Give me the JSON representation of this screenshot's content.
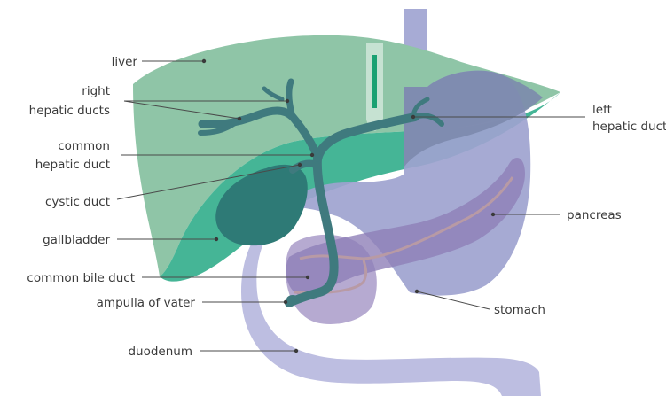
{
  "diagram": {
    "colors": {
      "liver": "#8fc5a7",
      "liver_lower": "#45b596",
      "duct": "#3f7a7e",
      "gallbladder": "#2e7a76",
      "stomach": "#9ea3cf",
      "stomach_overlap": "#7c89ad",
      "pancreas": "#8f7fb8",
      "duodenum": "#b9bbdf",
      "esophagus": "#a7abd5",
      "pancreatic_duct": "#b89aa5",
      "leader": "#4a4a4a",
      "text": "#3a3a3a"
    },
    "labels": {
      "liver": "liver",
      "right_hepatic_1": "right",
      "right_hepatic_2": "hepatic ducts",
      "common_hepatic_1": "common",
      "common_hepatic_2": "hepatic duct",
      "cystic_duct": "cystic duct",
      "gallbladder": "gallbladder",
      "common_bile_duct": "common bile duct",
      "ampulla": "ampulla of vater",
      "duodenum": "duodenum",
      "left_hepatic_1": "left",
      "left_hepatic_2": "hepatic duct",
      "pancreas": "pancreas",
      "stomach": "stomach"
    }
  }
}
